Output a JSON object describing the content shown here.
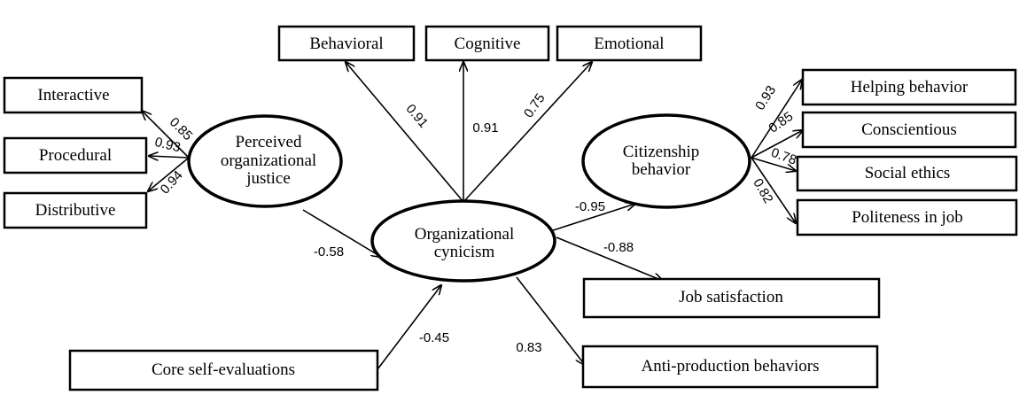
{
  "nodes": {
    "interactive": "Interactive",
    "procedural": "Procedural",
    "distributive": "Distributive",
    "behavioral": "Behavioral",
    "cognitive": "Cognitive",
    "emotional": "Emotional",
    "helping": "Helping behavior",
    "conscientious": "Conscientious",
    "social_ethics": "Social ethics",
    "politeness": "Politeness in job",
    "job_satisfaction": "Job satisfaction",
    "anti_production": "Anti-production behaviors",
    "core_self": "Core self-evaluations",
    "justice": [
      "Perceived",
      "organizational",
      "justice"
    ],
    "cynicism": [
      "Organizational",
      "cynicism"
    ],
    "citizenship": [
      "Citizenship",
      "behavior"
    ]
  },
  "coefficients": {
    "justice_interactive": "0.85",
    "justice_procedural": "0.93",
    "justice_distributive": "0.94",
    "cynicism_behavioral": "0.91",
    "cynicism_cognitive": "0.91",
    "cynicism_emotional": "0.75",
    "citizenship_helping": "0.93",
    "citizenship_conscientious": "0.85",
    "citizenship_social_ethics": "0.78",
    "citizenship_politeness": "0.82",
    "justice_cynicism": "-0.58",
    "cynicism_citizenship": "-0.95",
    "cynicism_job_satisfaction": "-0.88",
    "cynicism_anti_production": "0.83",
    "core_self_cynicism": "-0.45"
  }
}
